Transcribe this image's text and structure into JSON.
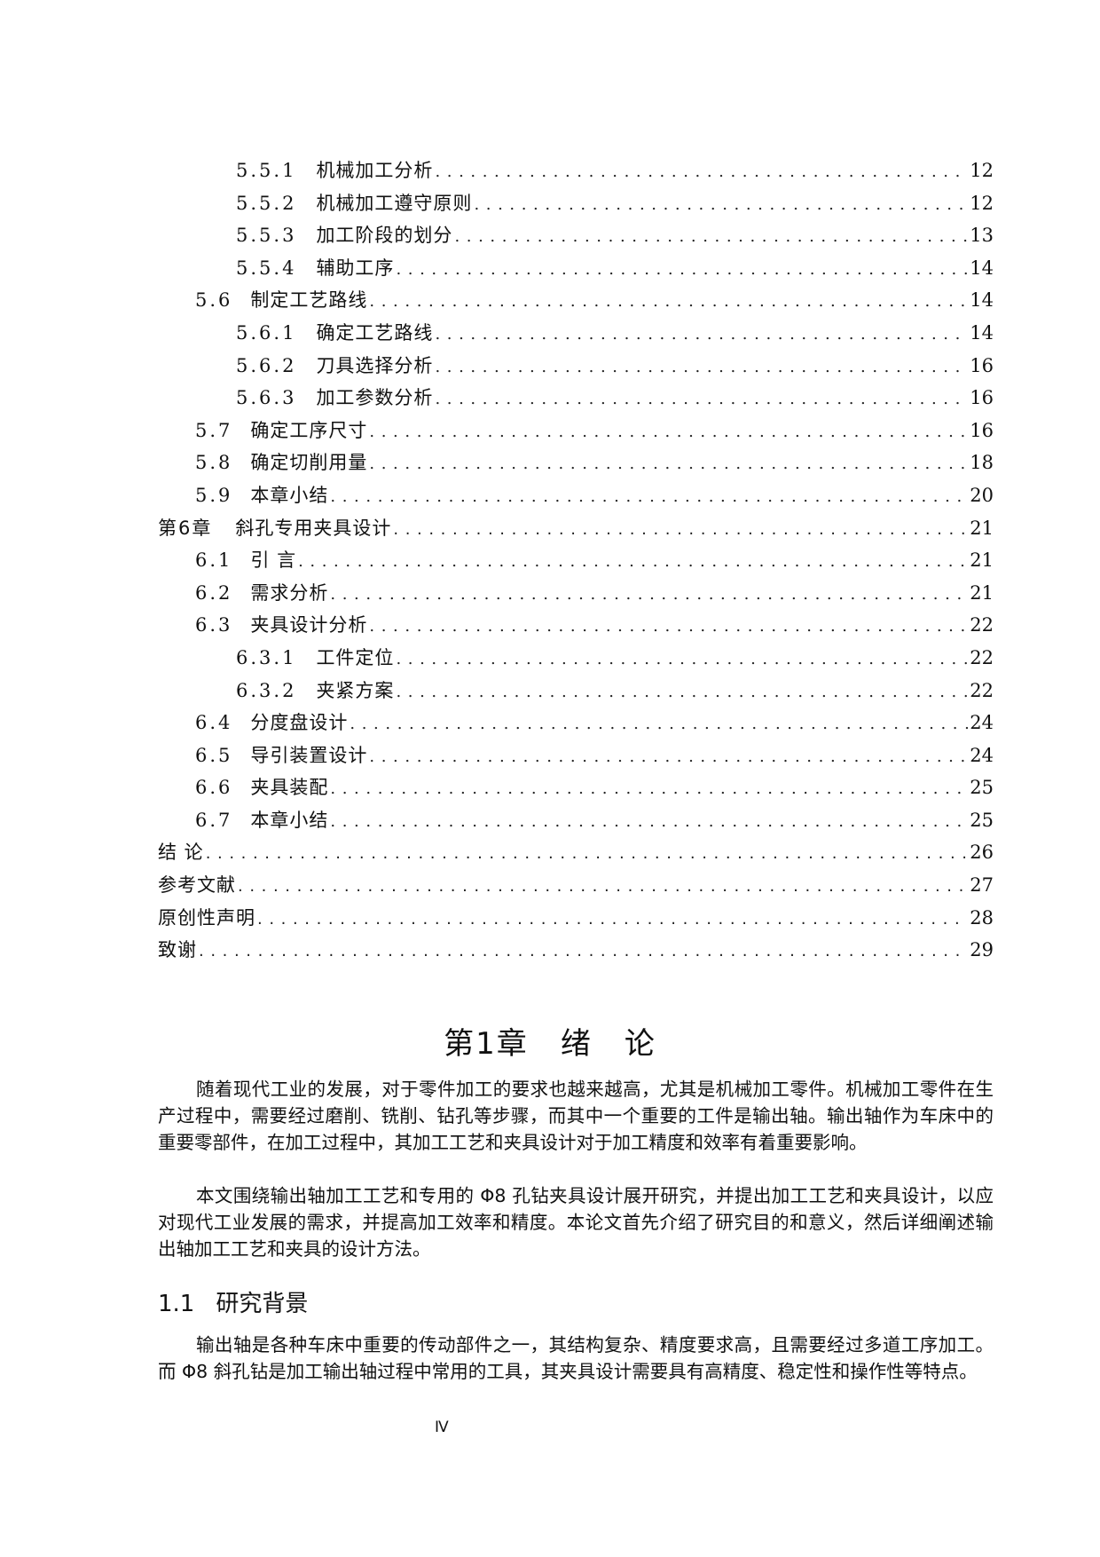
{
  "toc": {
    "entries": [
      {
        "level": 3,
        "num": "5.5.1",
        "title": "机械加工分析",
        "page": "12"
      },
      {
        "level": 3,
        "num": "5.5.2",
        "title": "机械加工遵守原则",
        "page": "12"
      },
      {
        "level": 3,
        "num": "5.5.3",
        "title": "加工阶段的划分",
        "page": "13"
      },
      {
        "level": 3,
        "num": "5.5.4",
        "title": "辅助工序",
        "page": "14"
      },
      {
        "level": 2,
        "num": "5.6",
        "title": "制定工艺路线",
        "page": "14"
      },
      {
        "level": 3,
        "num": "5.6.1",
        "title": "确定工艺路线",
        "page": "14"
      },
      {
        "level": 3,
        "num": "5.6.2",
        "title": "刀具选择分析",
        "page": "16"
      },
      {
        "level": 3,
        "num": "5.6.3",
        "title": "加工参数分析",
        "page": "16"
      },
      {
        "level": 2,
        "num": "5.7",
        "title": "确定工序尺寸",
        "page": "16"
      },
      {
        "level": 2,
        "num": "5.8",
        "title": "确定切削用量",
        "page": "18"
      },
      {
        "level": 2,
        "num": "5.9",
        "title": "本章小结",
        "page": "20"
      },
      {
        "level": 1,
        "num": "第6章",
        "title": "斜孔专用夹具设计",
        "page": "21"
      },
      {
        "level": 2,
        "num": "6.1",
        "title": "引 言",
        "page": "21"
      },
      {
        "level": 2,
        "num": "6.2",
        "title": "需求分析",
        "page": "21"
      },
      {
        "level": 2,
        "num": "6.3",
        "title": "夹具设计分析",
        "page": "22"
      },
      {
        "level": 3,
        "num": "6.3.1",
        "title": "工件定位",
        "page": "22"
      },
      {
        "level": 3,
        "num": "6.3.2",
        "title": "夹紧方案",
        "page": "22"
      },
      {
        "level": 2,
        "num": "6.4",
        "title": "分度盘设计",
        "page": "24"
      },
      {
        "level": 2,
        "num": "6.5",
        "title": "导引装置设计",
        "page": "24"
      },
      {
        "level": 2,
        "num": "6.6",
        "title": "夹具装配",
        "page": "25"
      },
      {
        "level": 2,
        "num": "6.7",
        "title": "本章小结",
        "page": "25"
      },
      {
        "level": 1,
        "num": "",
        "title": "结 论",
        "page": "26"
      },
      {
        "level": 1,
        "num": "",
        "title": "参考文献",
        "page": "27"
      },
      {
        "level": 1,
        "num": "",
        "title": "原创性声明",
        "page": "28"
      },
      {
        "level": 1,
        "num": "",
        "title": "致谢",
        "page": "29"
      }
    ]
  },
  "chapter": {
    "label": "第1章",
    "title_part1": "绪",
    "title_part2": "论"
  },
  "paragraphs": {
    "p1": "随着现代工业的发展，对于零件加工的要求也越来越高，尤其是机械加工零件。机械加工零件在生产过程中，需要经过磨削、铣削、钻孔等步骤，而其中一个重要的工件是输出轴。输出轴作为车床中的重要零部件，在加工过程中，其加工工艺和夹具设计对于加工精度和效率有着重要影响。",
    "p2": "本文围绕输出轴加工工艺和专用的 Φ8 孔钻夹具设计展开研究，并提出加工工艺和夹具设计，以应对现代工业发展的需求，并提高加工效率和精度。本论文首先介绍了研究目的和意义，然后详细阐述输出轴加工工艺和夹具的设计方法。",
    "p3": "输出轴是各种车床中重要的传动部件之一，其结构复杂、精度要求高，且需要经过多道工序加工。而 Φ8 斜孔钻是加工输出轴过程中常用的工具，其夹具设计需要具有高精度、稳定性和操作性等特点。"
  },
  "section": {
    "num": "1.1",
    "title": "研究背景"
  },
  "footer": {
    "page_number": "Ⅳ"
  }
}
